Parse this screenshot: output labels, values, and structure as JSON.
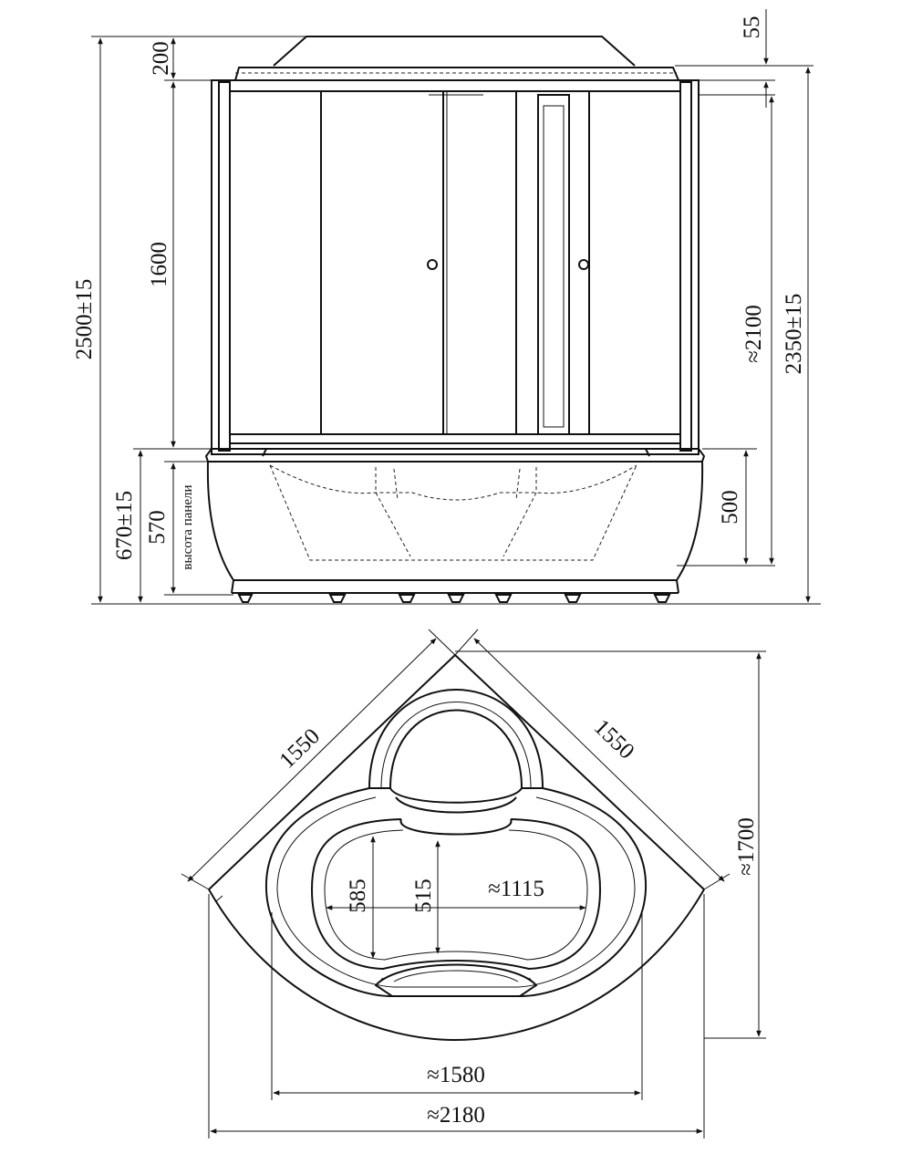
{
  "front_view": {
    "dims": {
      "overall_height": "2500±15",
      "top_dome": "200",
      "top_gap": "55",
      "door_height": "1600",
      "inner_height": "≈2100",
      "cabin_height": "2350±15",
      "base_height": "670±15",
      "panel_height": "570",
      "panel_label": "высота панели",
      "tub_depth": "500"
    }
  },
  "plan_view": {
    "dims": {
      "side_left": "1550",
      "side_right": "1550",
      "depth": "≈1700",
      "inner_width": "≈1115",
      "inner_short": "515",
      "inner_wide": "585",
      "width_tub": "≈1580",
      "width_total": "≈2180"
    }
  },
  "colors": {
    "line": "#111111",
    "background": "#ffffff"
  }
}
